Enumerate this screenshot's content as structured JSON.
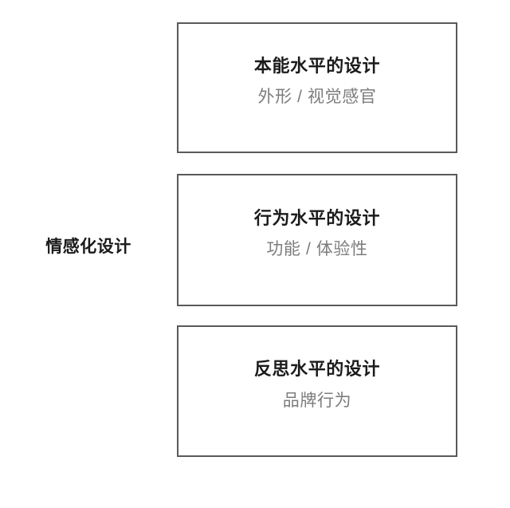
{
  "diagram": {
    "type": "hierarchy",
    "root_label": "情感化设计",
    "colors": {
      "background": "#ffffff",
      "border": "#5a5a5a",
      "title_text": "#1b1b1b",
      "subtitle_text": "#7c7c7c"
    },
    "levels": [
      {
        "id": "visceral",
        "title": "本能水平的设计",
        "subtitle": "外形 / 视觉感官"
      },
      {
        "id": "behavioral",
        "title": "行为水平的设计",
        "subtitle": "功能 / 体验性"
      },
      {
        "id": "reflective",
        "title": "反思水平的设计",
        "subtitle": "品牌行为"
      }
    ]
  }
}
